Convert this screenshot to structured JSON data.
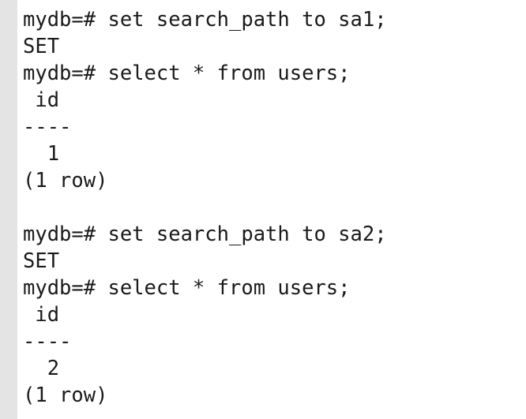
{
  "colors": {
    "background": "#ffffff",
    "gutter": "#e4e4e4",
    "text": "#1a1a1a"
  },
  "terminal": {
    "lines": [
      "mydb=# set search_path to sa1;",
      "SET",
      "mydb=# select * from users;",
      " id",
      "----",
      "  1",
      "(1 row)",
      "",
      "mydb=# set search_path to sa2;",
      "SET",
      "mydb=# select * from users;",
      " id",
      "----",
      "  2",
      "(1 row)"
    ]
  }
}
